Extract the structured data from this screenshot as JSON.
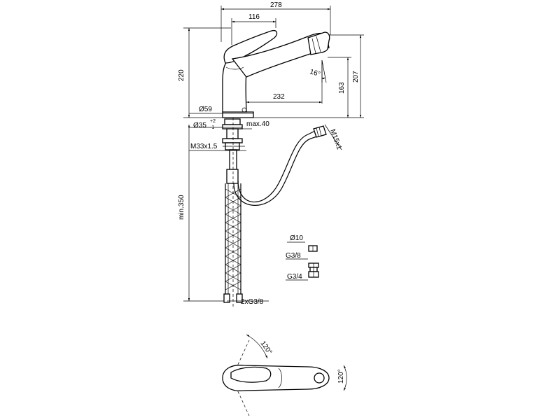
{
  "dimensions": {
    "overall_width": "278",
    "handle_width": "116",
    "height_total": "220",
    "height_outlet": "207",
    "height_spout": "163",
    "reach": "232",
    "spout_angle": "16°",
    "base_diameter": "Ø59",
    "hole_diameter": "Ø35",
    "hole_tolerance_upper": "+2",
    "hole_tolerance_lower": "-1",
    "max_deck": "max.40",
    "thread": "M33x1.5",
    "hose_min_length": "min.350",
    "hose_connection": "2xG3/8",
    "spray_thread": "M15x1",
    "adapter_diameter": "Ø10",
    "adapter_g38": "G3/8",
    "adapter_g34": "G3/4",
    "rotation_top": "120°",
    "rotation_side": "120°"
  }
}
